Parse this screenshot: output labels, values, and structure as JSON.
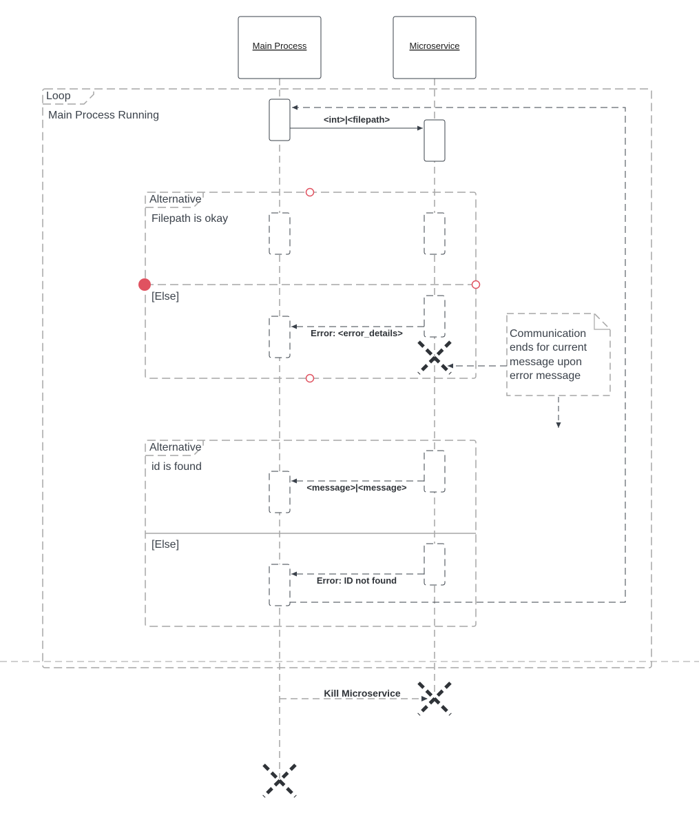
{
  "participants": [
    {
      "id": "main",
      "label": "Main Process"
    },
    {
      "id": "micro",
      "label": "Microservice"
    }
  ],
  "frames": {
    "loop": {
      "title": "Loop",
      "guard": "Main Process Running"
    },
    "alt1": {
      "title": "Alternative",
      "guard1": "Filepath is okay",
      "guard2": "[Else]"
    },
    "alt2": {
      "title": "Alternative",
      "guard1": "id is found",
      "guard2": "[Else]"
    }
  },
  "messages": {
    "request": "<int>|<filepath>",
    "error_details": "Error: <error_details>",
    "message_reply": "<message>|<message>",
    "id_not_found": "Error: ID not found",
    "kill": "Kill Microservice"
  },
  "note": {
    "lines": [
      "Communication",
      "ends for current",
      "message upon",
      "error message"
    ]
  },
  "colors": {
    "line": "#3a414a",
    "dash": "#a6a6a6",
    "accent": "#e05260"
  }
}
